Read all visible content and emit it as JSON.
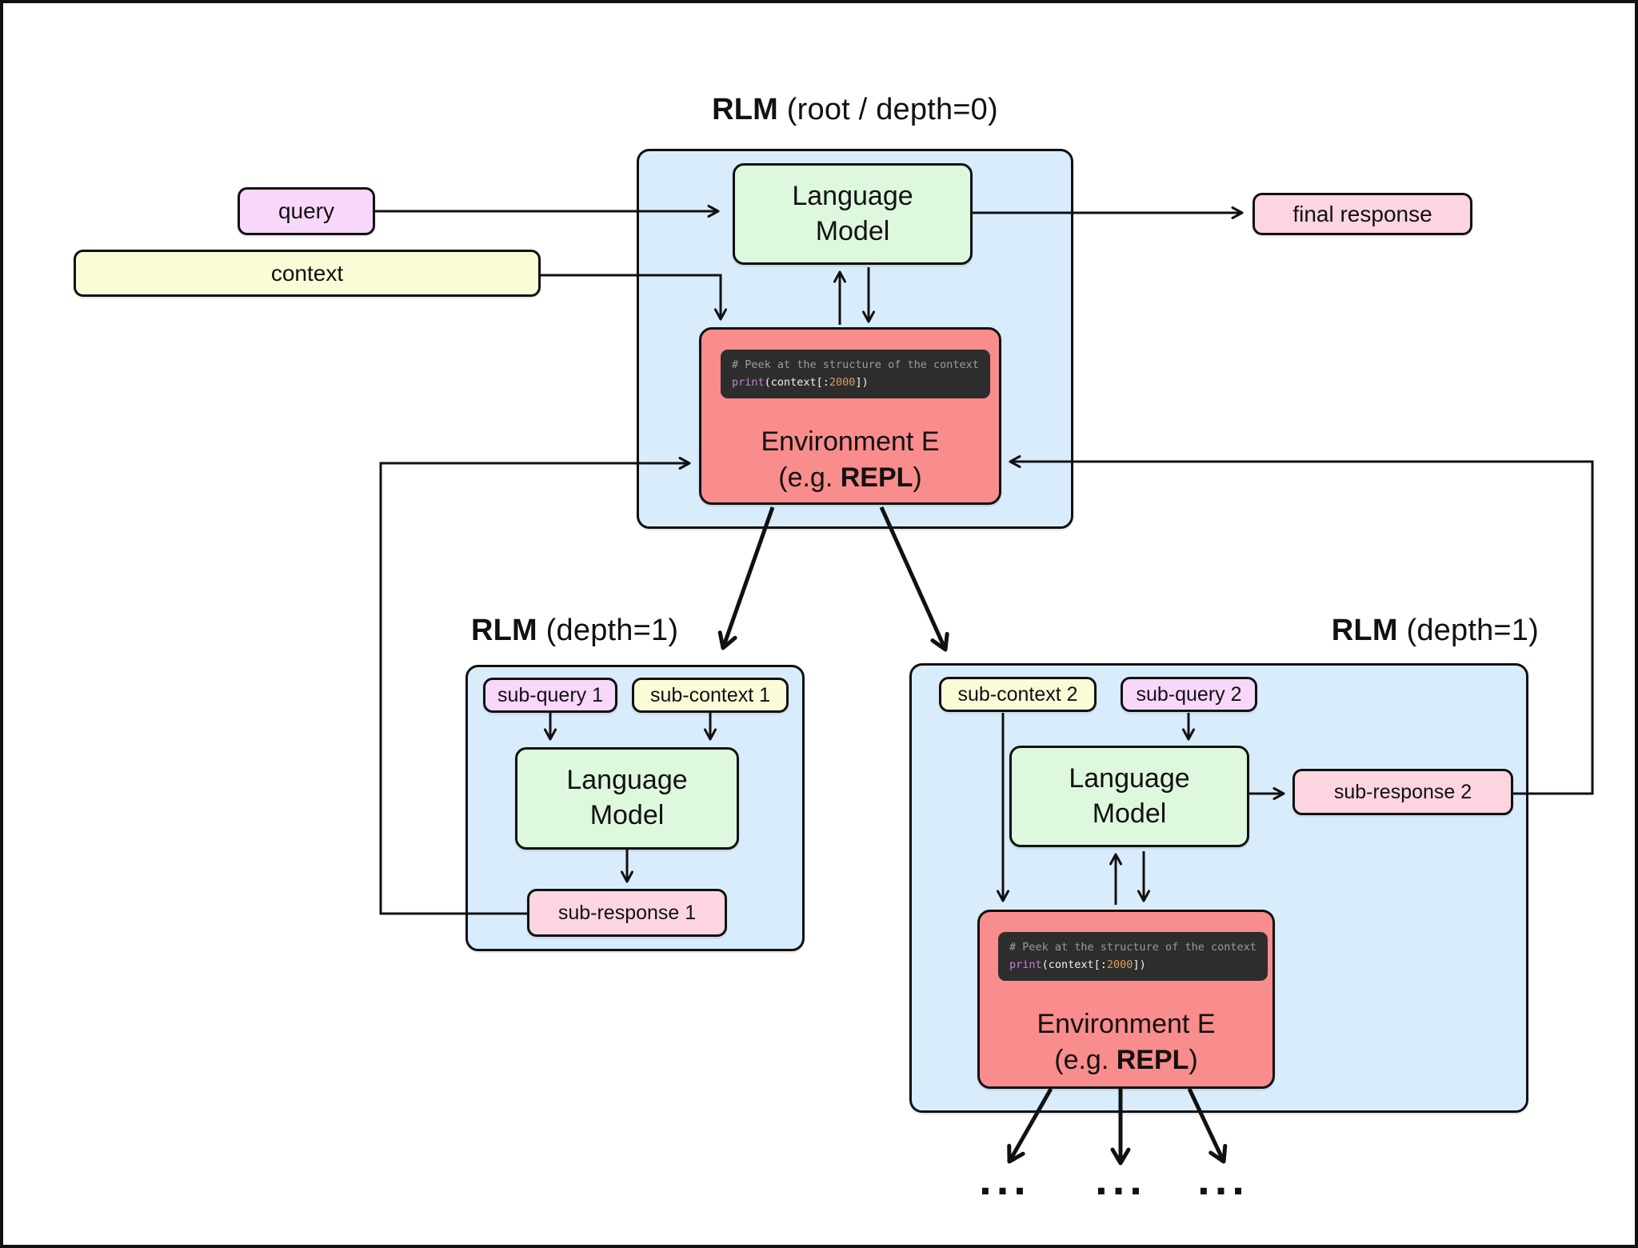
{
  "colors": {
    "panel_blue": "#d9ecfc",
    "lm_green": "#def8de",
    "env_red": "#f98c8c",
    "chip_pink": "#f8d7fa",
    "chip_yellow": "#fafcd8",
    "chip_rose": "#fcd5e0",
    "code_bg": "#2d2d2d",
    "code_comment": "#9c9c9c",
    "code_keyword": "#c87fd8",
    "code_number": "#de9e56",
    "code_text": "#f2f2f2",
    "line_black": "#111111"
  },
  "shared": {
    "lm": {
      "line1": "Language",
      "line2": "Model"
    },
    "env": {
      "line1": "Environment E",
      "pre": "(e.g. ",
      "bold": "REPL",
      "post": ")"
    },
    "code": {
      "comment": "# Peek at the structure of the context",
      "keyword": "print",
      "open_paren": "(context[:",
      "number": "2000",
      "close_paren": "])"
    }
  },
  "root": {
    "title_bold": "RLM",
    "title_rest": " (root / depth=0)"
  },
  "io": {
    "query": "query",
    "context": "context",
    "final_response": "final response"
  },
  "left_child": {
    "title_bold": "RLM",
    "title_rest": " (depth=1)",
    "sub_query": "sub-query 1",
    "sub_context": "sub-context 1",
    "sub_response": "sub-response 1"
  },
  "right_child": {
    "title_bold": "RLM",
    "title_rest": " (depth=1)",
    "sub_query": "sub-query 2",
    "sub_context": "sub-context 2",
    "sub_response": "sub-response 2"
  },
  "ellipsis": "...",
  "edges": [
    {
      "from": "query",
      "to": "root language model"
    },
    {
      "from": "root language model",
      "to": "final response"
    },
    {
      "from": "context",
      "to": "root environment"
    },
    {
      "from": "root language model",
      "to": "root environment",
      "bidirectional": true
    },
    {
      "from": "root environment",
      "to": "left RLM (depth=1)",
      "style": "thick"
    },
    {
      "from": "root environment",
      "to": "right RLM (depth=1)",
      "style": "thick"
    },
    {
      "from": "sub-query 1",
      "to": "left language model"
    },
    {
      "from": "sub-context 1",
      "to": "left language model"
    },
    {
      "from": "left language model",
      "to": "sub-response 1"
    },
    {
      "from": "sub-response 1",
      "to": "root environment"
    },
    {
      "from": "sub-query 2",
      "to": "right language model"
    },
    {
      "from": "sub-context 2",
      "to": "right environment"
    },
    {
      "from": "right language model",
      "to": "sub-response 2"
    },
    {
      "from": "right language model",
      "to": "right environment",
      "bidirectional": true
    },
    {
      "from": "sub-response 2",
      "to": "root environment"
    },
    {
      "from": "right environment",
      "to": "ellipsis children",
      "style": "thick",
      "count": 3
    }
  ]
}
